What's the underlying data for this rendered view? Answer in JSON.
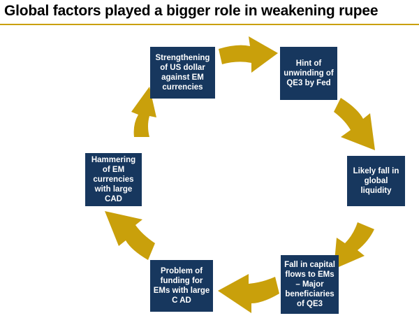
{
  "title": "Global factors played a bigger role in weakening rupee",
  "colors": {
    "box_fill": "#17375e",
    "arrow_fill": "#c9a00b",
    "rule": "#c9a00b"
  },
  "cycle": [
    {
      "id": "strengthening-us-dollar",
      "text": "Strengthening of US dollar against EM currencies"
    },
    {
      "id": "hint-unwinding-qe3",
      "text": "Hint of unwinding of QE3 by Fed"
    },
    {
      "id": "fall-global-liquidity",
      "text": "Likely fall in global liquidity"
    },
    {
      "id": "fall-capital-flows",
      "text": "Fall in capital flows to EMs – Major beneficiaries of QE3"
    },
    {
      "id": "problem-funding",
      "text": "Problem of funding for EMs with large C AD"
    },
    {
      "id": "hammering-em-currencies",
      "text": "Hammering of EM currencies with large CAD"
    }
  ]
}
